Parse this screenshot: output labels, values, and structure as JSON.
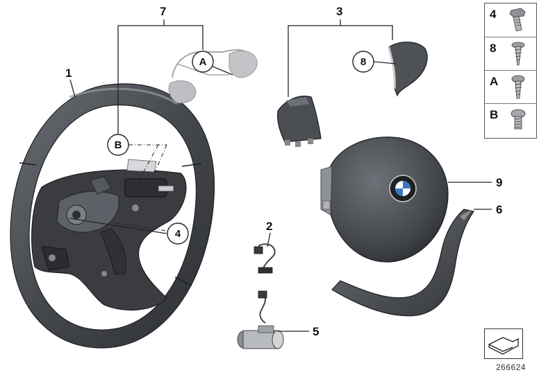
{
  "callouts": {
    "part1": "1",
    "part2": "2",
    "part3": "3",
    "part4": "4",
    "part5": "5",
    "part6": "6",
    "part7": "7",
    "part9": "9",
    "circle_A": "A",
    "circle_B": "B",
    "circle_8": "8",
    "circle_4": "4"
  },
  "legend": {
    "rows": [
      {
        "key": "4",
        "icon": "flange-bolt-icon"
      },
      {
        "key": "8",
        "icon": "tapping-screw-icon"
      },
      {
        "key": "A",
        "icon": "pan-head-screw-icon"
      },
      {
        "key": "B",
        "icon": "button-head-screw-icon"
      }
    ]
  },
  "reference_number": "266624",
  "colors": {
    "part_fill": "#4a4d52",
    "part_dark": "#2e3034",
    "part_light": "#8b8f95",
    "ghost_part": "#b9bbbe",
    "line": "#222222"
  }
}
